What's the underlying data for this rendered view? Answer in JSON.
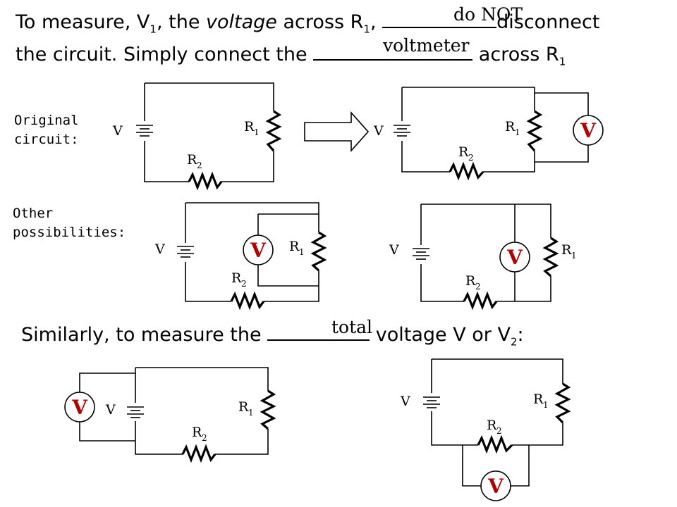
{
  "title": {
    "line1_a": "To measure, V",
    "line1_sub1": "1",
    "line1_b": ", the ",
    "line1_italic": "voltage",
    "line1_c": " across R",
    "line1_sub2": "1",
    "line1_d": ",",
    "line1_e": "disconnect",
    "line2_a": "the circuit.   Simply connect the",
    "line2_b": " across R",
    "line2_sub": "1",
    "answer1": "do NOT",
    "answer2": "voltmeter"
  },
  "labels": {
    "original": [
      "Original",
      "circuit:"
    ],
    "other": [
      "Other",
      "possibilities:"
    ]
  },
  "similarly": {
    "a": "Similarly, to measure the ",
    "b": "  voltage V or  V",
    "sub": "2",
    "c": ":",
    "answer": "total"
  },
  "circuit": {
    "source_label": "V",
    "r1_main": "R",
    "r1_sub": "1",
    "r2_main": "R",
    "r2_sub": "2",
    "voltmeter_symbol": "V"
  },
  "colors": {
    "voltmeter": "#b10000",
    "wire": "#000000"
  }
}
